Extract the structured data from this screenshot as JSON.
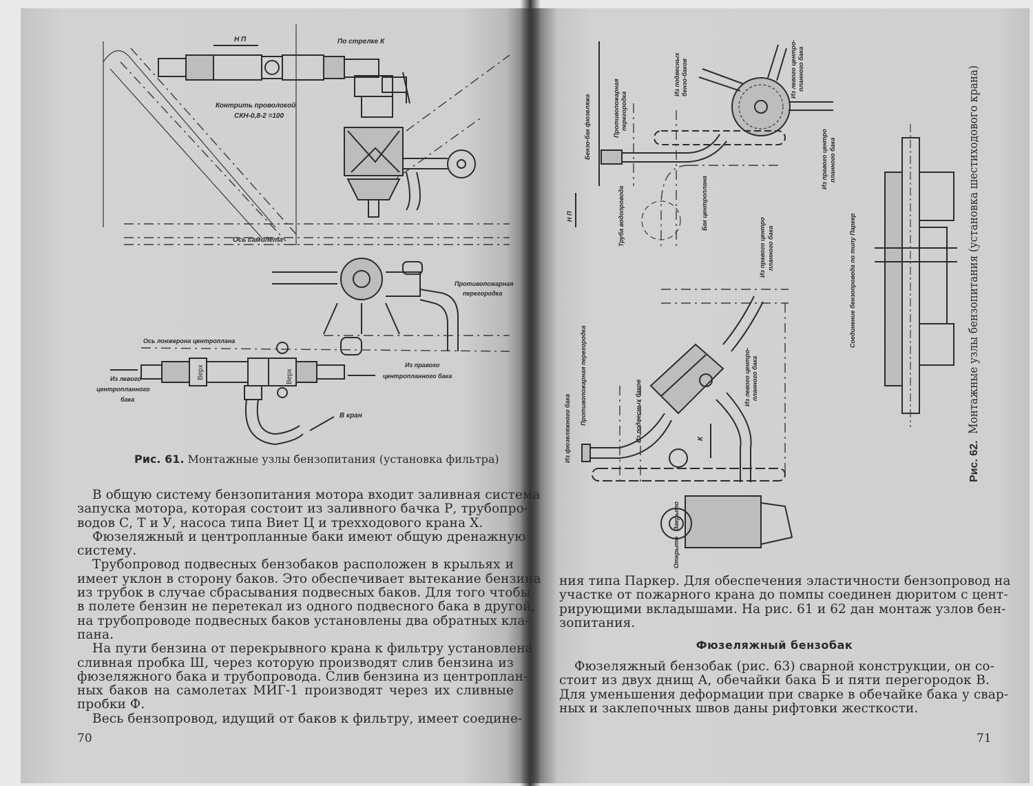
{
  "left_page": {
    "page_number": "70",
    "figure": {
      "number": "Рис. 61.",
      "caption": "Монтажные узлы бензопитания (установка фильтра)",
      "labels": {
        "np": "Н П",
        "arrow_k": "По стрелке К",
        "lock_wire_1": "Контрить проволокой",
        "lock_wire_2": "СКН-0,8-2 =100",
        "plane_axis": "Ось самолета",
        "firewall_1": "Противопожарная",
        "firewall_2": "перегородка",
        "spar_axis": "Ось лонжерона центроплана",
        "from_left_1": "Из левого",
        "from_left_2": "центропланного",
        "from_left_3": "бака",
        "top_1": "Верх",
        "top_2": "Верх",
        "from_right_1": "Из правого",
        "from_right_2": "центропланного бака",
        "to_valve": "В кран"
      }
    },
    "lines": [
      "В общую систему бензопитания мотора входит заливная система",
      "запуска мотора, которая состоит из заливного бачка Р, трубопро-",
      "водов С, Т и У, насоса типа Виет Ц и трехходового крана Х.",
      "Фюзеляжный и центропланные баки имеют общую дренажную",
      "систему.",
      "Трубопровод подвесных бензобаков расположен в крыльях и",
      "имеет уклон в сторону баков. Это обеспечивает вытекание бензина",
      "из трубок в случае сбрасывания подвесных баков. Для того чтобы",
      "в полете бензин не перетекал из одного подвесного бака в другой,",
      "на трубопроводе подвесных баков установлены два обратных кла-",
      "пана.",
      "На пути бензина от перекрывного крана к фильтру установлена",
      "сливная пробка Ш, через которую производят слив бензина из",
      "фюзеляжного бака и трубопровода. Слив бензина из центроплан-",
      "ных баков на самолетах МИГ-1 производят через их сливные",
      "пробки Ф.",
      "Весь бензопровод, идущий от баков к фильтру, имеет соедине-"
    ]
  },
  "right_page": {
    "page_number": "71",
    "figure": {
      "number": "Рис. 62.",
      "caption": "Монтажные узлы бензопитания (установка шестиходового крана)",
      "labels": {
        "fuselage_tank": "Бензо-бак фюзеляжа",
        "firewall_top_1": "Противопожарная",
        "firewall_top_2": "перегородка",
        "from_drop_tanks_1": "Из подвесных",
        "from_drop_tanks_2": "бензо-баков",
        "from_left_top_1": "Из левого центро-",
        "from_left_top_2": "планного бака",
        "from_right_top_1": "Из правого центро",
        "from_right_top_2": "планного бака",
        "np": "Н П",
        "water_pipe": "Труба водопровода",
        "center_tank": "Бак центроплана",
        "from_right_mid_1": "Из правого центро",
        "from_right_mid_2": "планного бака",
        "parker": "Соединение бензопровода по типу Паркер",
        "from_fuselage_tank": "Из фюзеляжного бака",
        "firewall_bottom": "Противопожарная перегородка",
        "from_drop_tanks_bottom": "Из подвесных баков",
        "from_left_mid_1": "Из левого центро-",
        "from_left_mid_2": "планного бака",
        "k": "К",
        "open": "Открыто",
        "closed": "Закрыто"
      }
    },
    "lines": [
      "ния типа Паркер. Для обеспечения эластичности бензопровод на",
      "участке от пожарного крана до помпы соединен дюритом с цент-",
      "рирующими вкладышами. На рис. 61 и 62 дан монтаж узлов бен-",
      "зопитания."
    ],
    "heading": "Фюзеляжный бензобак",
    "lines2": [
      "Фюзеляжный бензобак (рис. 63) сварной конструкции, он со-",
      "стоит из двух днищ А, обечайки бака Б и пяти перегородок В.",
      "Для уменьшения деформации при сварке в обечайке бака у свар-",
      "ных и заклепочных швов даны рифтовки жесткости."
    ]
  }
}
